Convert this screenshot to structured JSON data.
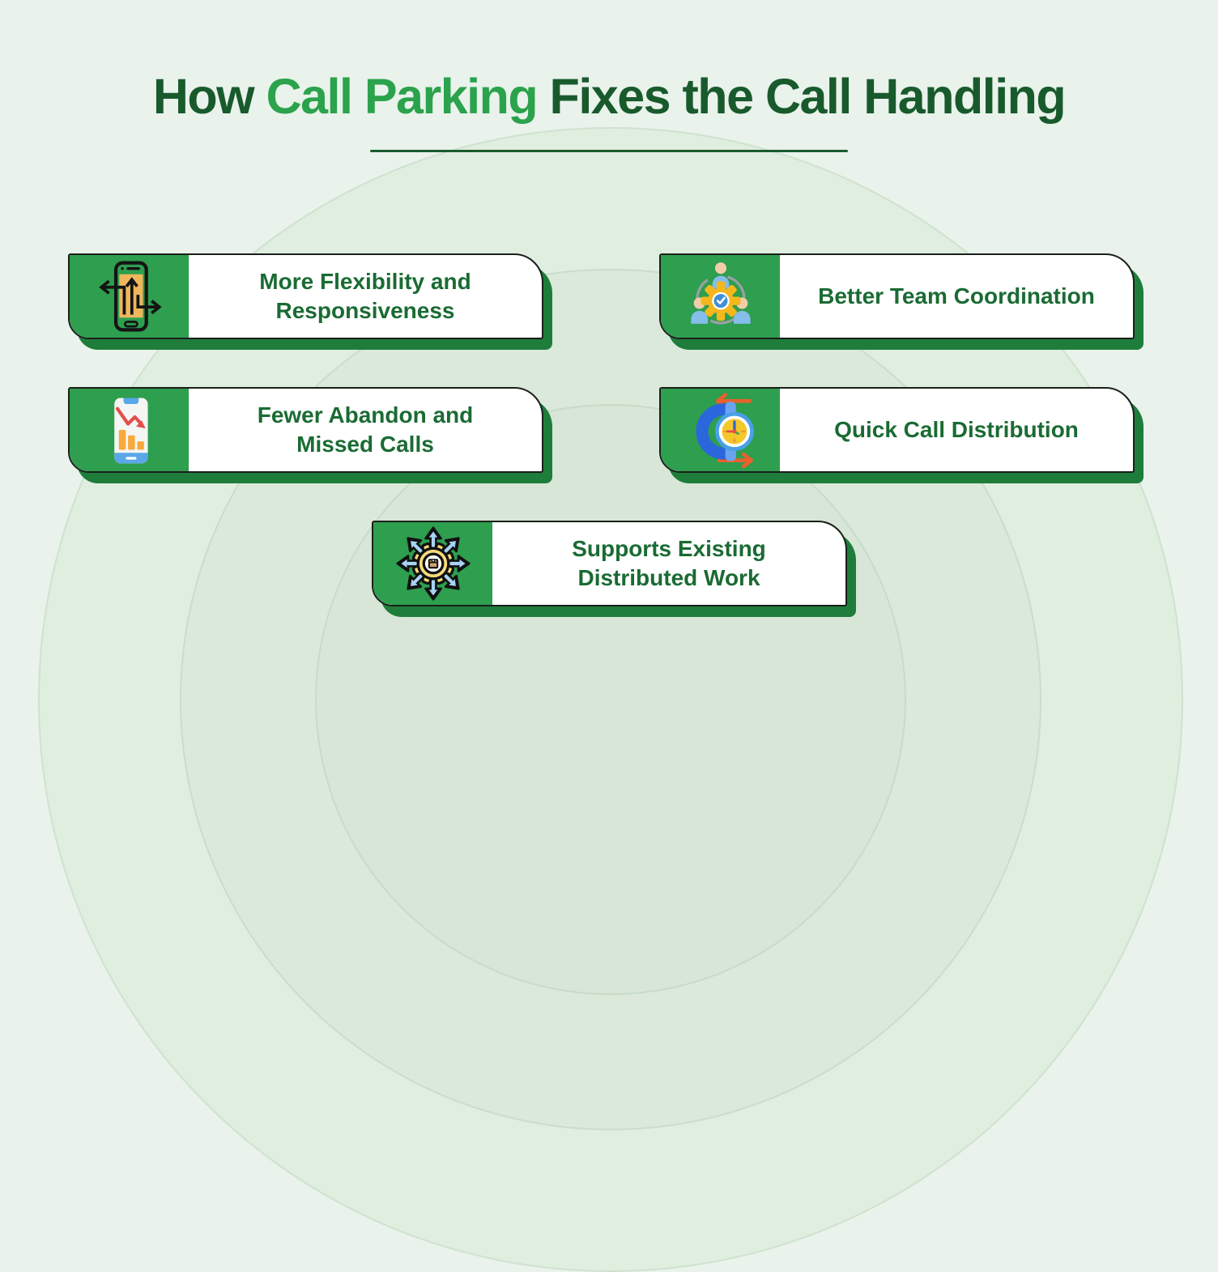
{
  "title": {
    "prefix": "How ",
    "highlight": "Call Parking",
    "suffix": " Fixes the Call Handling"
  },
  "cards": [
    {
      "icon": "phone-arrows-icon",
      "line1": "More Flexibility and",
      "line2": "Responsiveness"
    },
    {
      "icon": "team-gear-icon",
      "line1": "Better Team Coordination",
      "line2": ""
    },
    {
      "icon": "declining-chart-phone-icon",
      "line1": "Fewer Abandon and",
      "line2": "Missed Calls"
    },
    {
      "icon": "handset-clock-icon",
      "line1": "Quick Call Distribution",
      "line2": ""
    },
    {
      "icon": "distributed-gear-icon",
      "line1": "Supports Existing",
      "line2": "Distributed Work"
    }
  ],
  "colors": {
    "background": "#e9f2eb",
    "title_dark_green": "#185a2c",
    "title_accent_green": "#2ba24c",
    "card_panel_green": "#2e9e4f",
    "card_shadow_green": "#1f7d3b",
    "card_border": "#1a1f1a",
    "label_green": "#1a6b33",
    "card_background": "#ffffff"
  }
}
